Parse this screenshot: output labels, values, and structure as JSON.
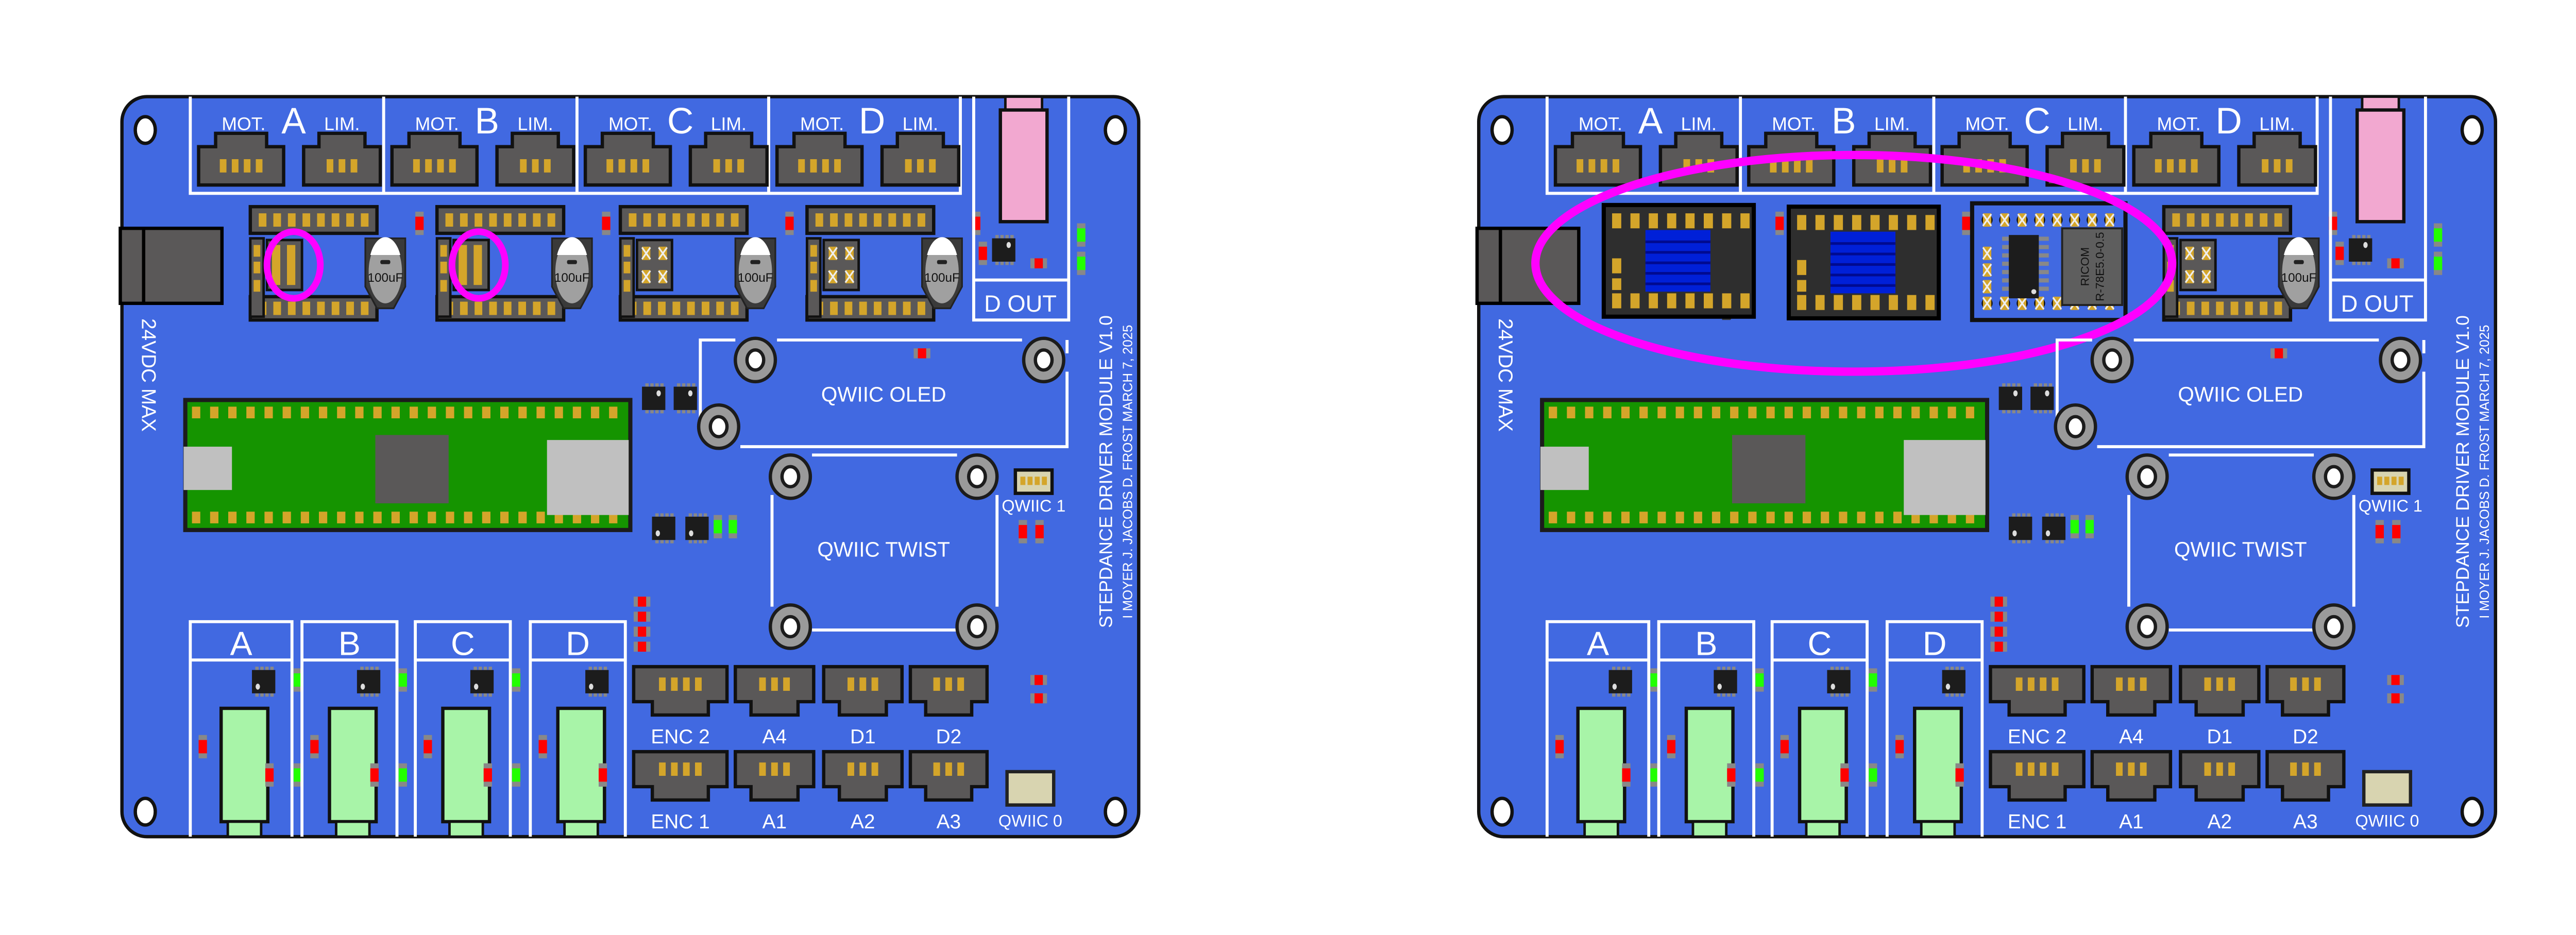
{
  "colors": {
    "board": "#4169e1",
    "outline": "#111111",
    "connector": "#5a5858",
    "pad": "#d4a52a",
    "pico": "#159400",
    "led_red": "#ff0000",
    "led_green": "#22ff00",
    "button": "#a8f4a8",
    "pink": "#f2a8d0",
    "highlight": "#ff00ff",
    "heatsink": "#0020d8"
  },
  "board": {
    "motor_sections": [
      {
        "mot": "MOT.",
        "letter": "A",
        "lim": "LIM."
      },
      {
        "mot": "MOT.",
        "letter": "B",
        "lim": "LIM."
      },
      {
        "mot": "MOT.",
        "letter": "C",
        "lim": "LIM."
      },
      {
        "mot": "MOT.",
        "letter": "D",
        "lim": "LIM."
      }
    ],
    "capacitor_label": "100uF",
    "power_label": "24VDC MAX",
    "dout_label": "D OUT",
    "oled_label": "QWIIC OLED",
    "twist_label": "QWIIC TWIST",
    "qwiic1_label": "QWIIC 1",
    "qwiic0_label": "QWIIC 0",
    "title": "STEPDANCE DRIVER MODULE V1.0",
    "credits": "I MOYER J. JACOBS D. FROST MARCH 7, 2025",
    "channels": [
      "A",
      "B",
      "C",
      "D"
    ],
    "io_top": [
      "ENC 2",
      "A4",
      "D1",
      "D2"
    ],
    "io_bottom": [
      "ENC 1",
      "A1",
      "A2",
      "A3"
    ]
  },
  "populated_board": {
    "regulator_brand": "RICOM",
    "regulator_part": "R-78E5.0-0.5"
  }
}
